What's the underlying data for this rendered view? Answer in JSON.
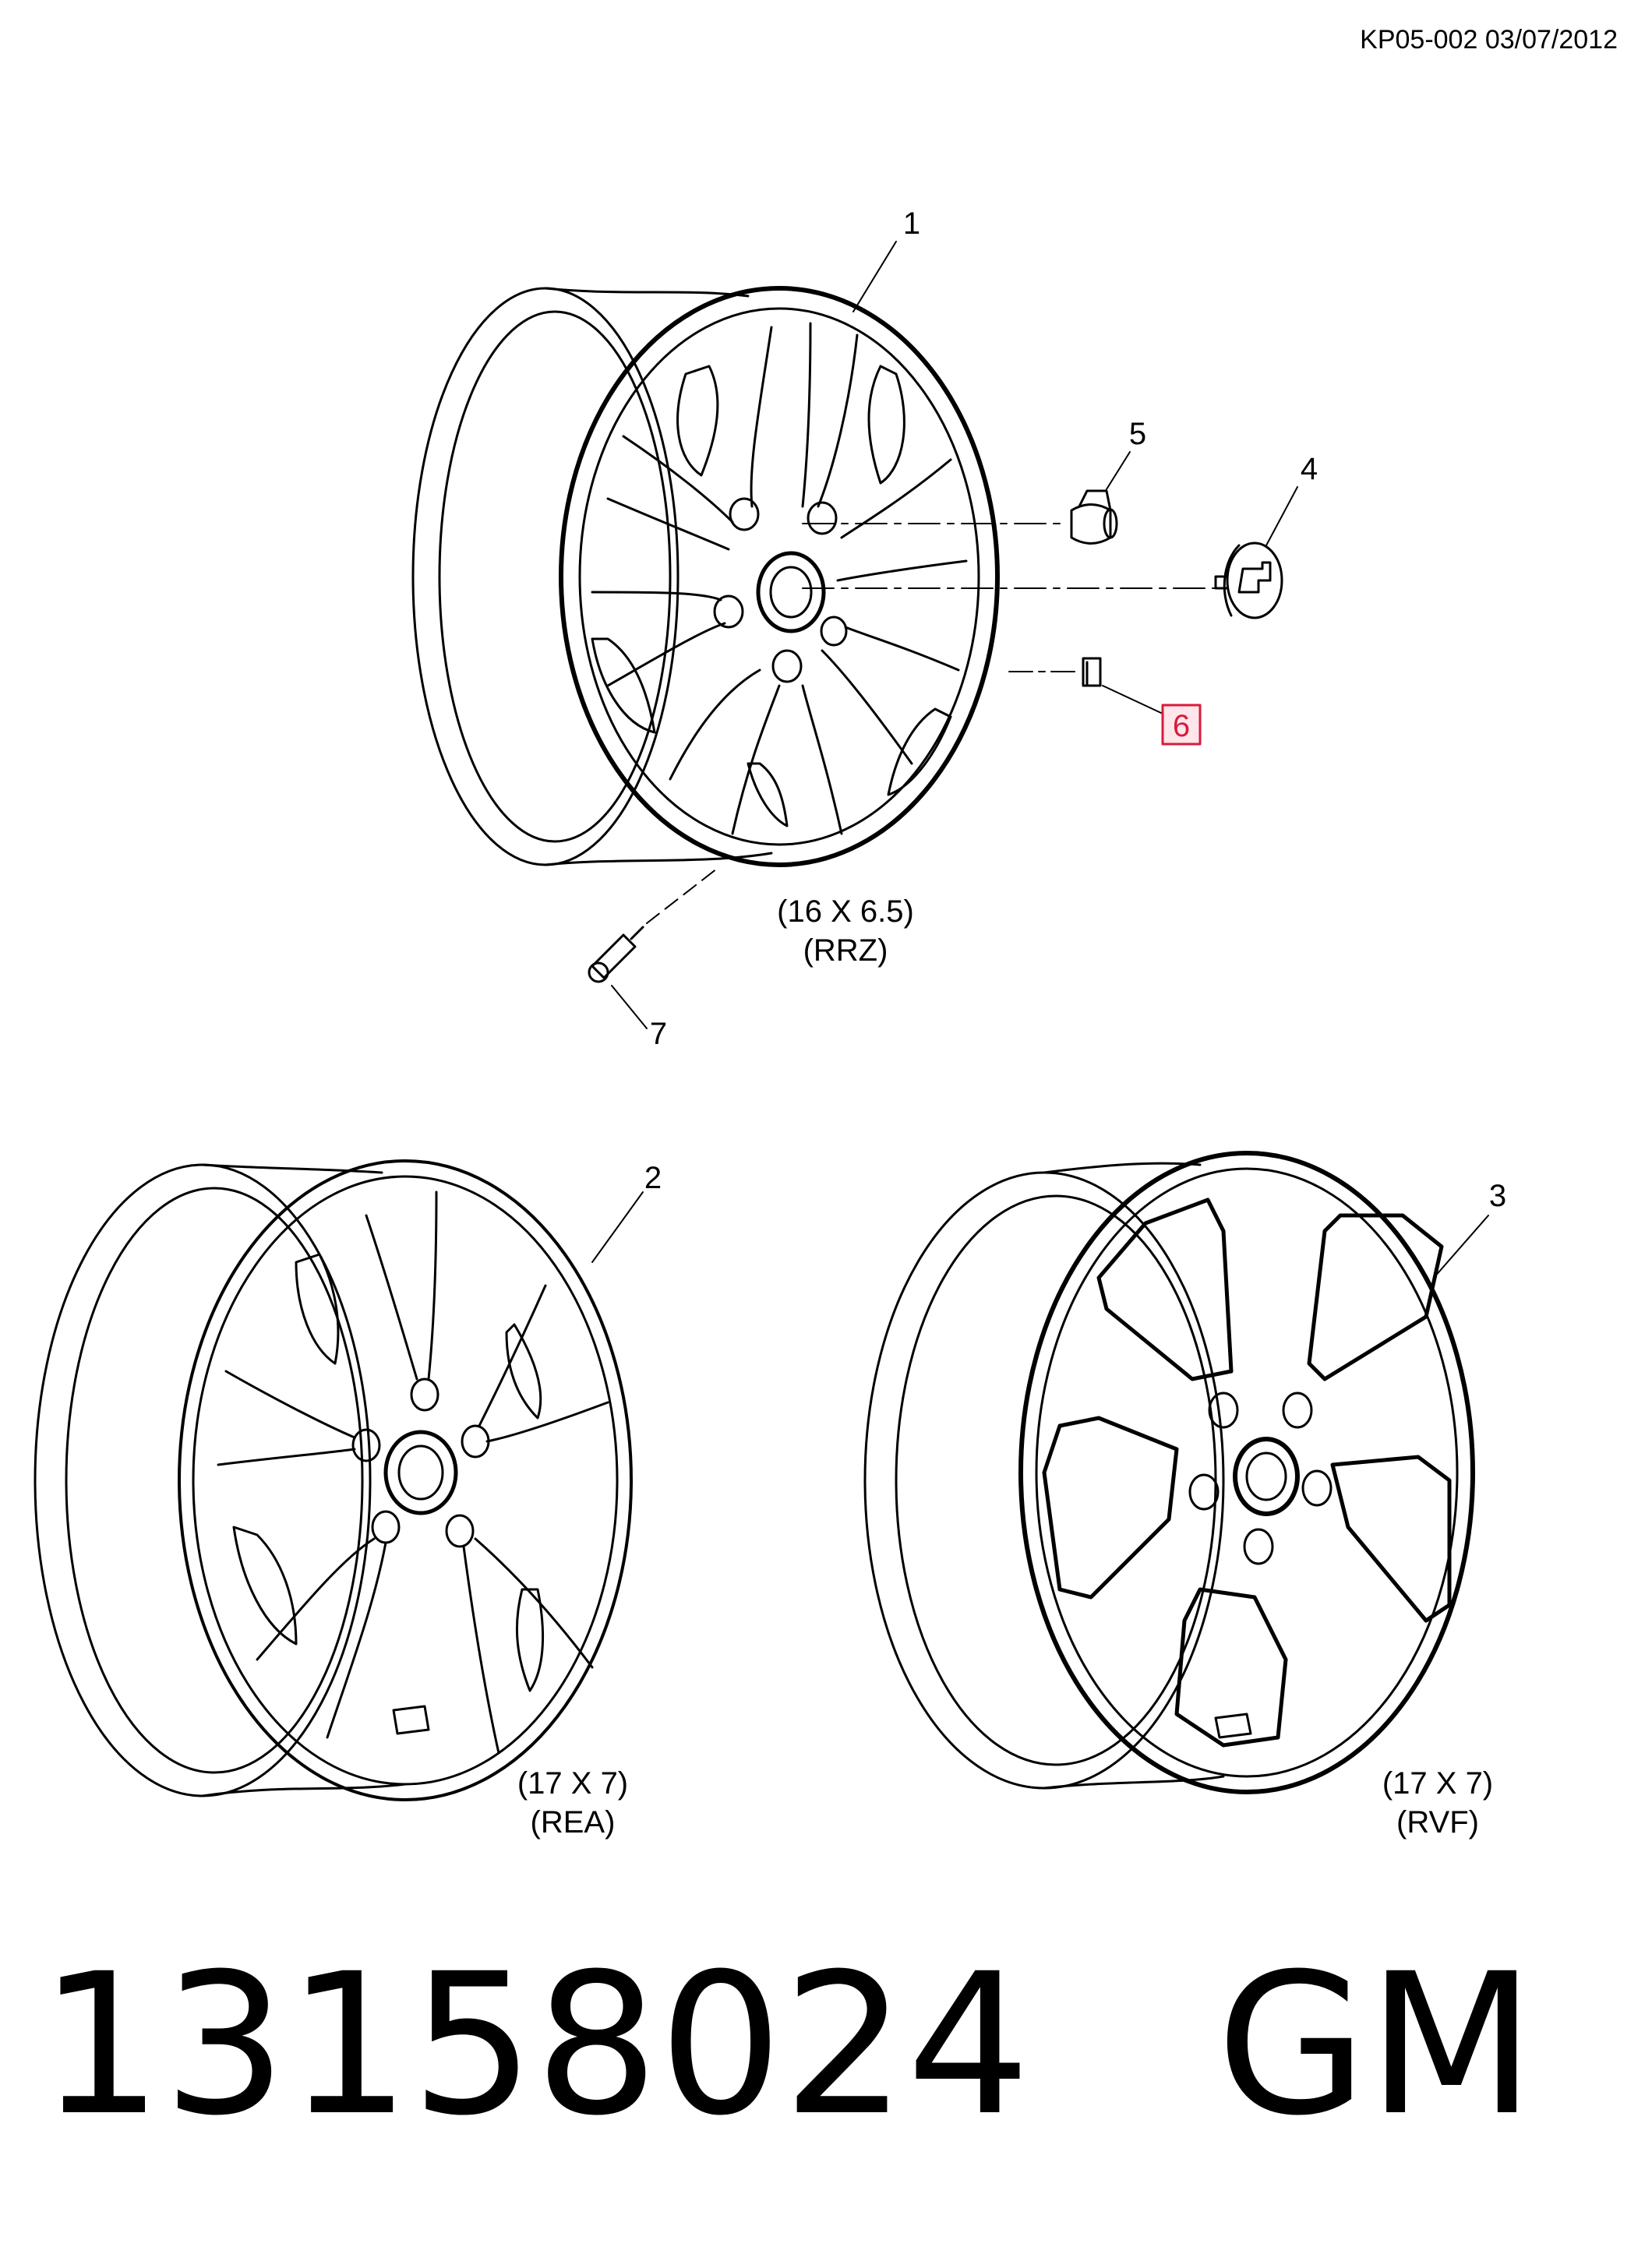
{
  "header": {
    "reference": "KP05-002 03/07/2012"
  },
  "callouts": {
    "c1": "1",
    "c2": "2",
    "c3": "3",
    "c4": "4",
    "c5": "5",
    "c6": "6",
    "c7": "7"
  },
  "wheels": {
    "top": {
      "size": "(16 X 6.5)",
      "code": "(RRZ)"
    },
    "left": {
      "size": "(17 X 7)",
      "code": "(REA)"
    },
    "right": {
      "size": "(17 X 7)",
      "code": "(RVF)"
    }
  },
  "footer": {
    "part_number": "13158024",
    "brand": "GM"
  },
  "highlight_color": "#d81b3c"
}
